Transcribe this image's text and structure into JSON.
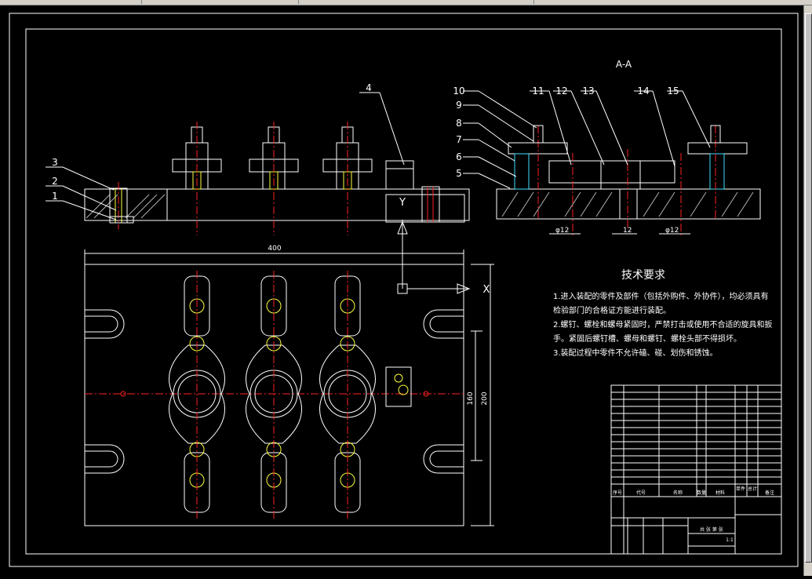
{
  "drawing": {
    "section_label": "A-A",
    "balloons": [
      "1",
      "2",
      "3",
      "4",
      "5",
      "6",
      "7",
      "8",
      "9",
      "10",
      "11",
      "12",
      "13",
      "14",
      "15"
    ],
    "dimensions": {
      "overall_width": "400",
      "height_outer": "200",
      "height_inner": "160",
      "dia_left": "φ12",
      "dia_mid": "12",
      "dia_right": "φ12"
    },
    "axes": {
      "x": "X",
      "y": "Y"
    },
    "notes": {
      "title": "技术要求",
      "lines": [
        "1.进入装配的零件及部件（包括外购件、外协件），均必须具有",
        "检验部门的合格证方能进行装配。",
        "2.螺钉、螺栓和螺母紧固时，严禁打击或使用不合适的旋具和扳",
        "手。紧固后螺钉槽、螺母和螺钉、螺栓头部不得损坏。",
        "3.装配过程中零件不允许磕、碰、划伤和锈蚀。"
      ]
    },
    "title_block": {
      "header_cells": [
        "序号",
        "代号",
        "名称",
        "数量",
        "材料",
        "单件",
        "总计",
        "备注"
      ],
      "scale": "1:1",
      "sheet": "共 张 第 张"
    }
  }
}
